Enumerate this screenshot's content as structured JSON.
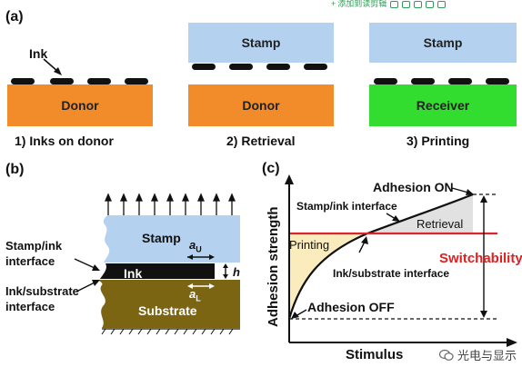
{
  "toolbar": {
    "add_label": "添加到读剪辑"
  },
  "panel_a": {
    "tag": "(a)",
    "ink_label": "Ink",
    "donor_label": "Donor",
    "stamp_label": "Stamp",
    "receiver_label": "Receiver",
    "caption1": "1) Inks on donor",
    "caption2": "2) Retrieval",
    "caption3": "3) Printing",
    "colors": {
      "stamp": "#b4d2ef",
      "donor": "#f28c2a",
      "receiver": "#33dd2f",
      "ink": "#111111"
    }
  },
  "panel_b": {
    "tag": "(b)",
    "stamp": "Stamp",
    "ink": "Ink",
    "substrate": "Substrate",
    "stamp_ink_interface": "Stamp/ink interface",
    "ink_substrate_interface": "Ink/substrate interface",
    "a_u": "a",
    "a_u_sub": "U",
    "a_l": "a",
    "a_l_sub": "L",
    "h": "h",
    "colors": {
      "stamp": "#b4d2ef",
      "substrate": "#7b6512"
    }
  },
  "panel_c": {
    "tag": "(c)",
    "ylabel": "Adhesion strength",
    "xlabel": "Stimulus",
    "adhesion_on": "Adhesion ON",
    "adhesion_off": "Adhesion OFF",
    "stamp_ink_curve": "Stamp/ink interface",
    "ink_substrate_line": "Ink/substrate interface",
    "retrieval": "Retrieval",
    "printing": "Printing",
    "switchability": "Switchability",
    "colors": {
      "line": "#d9252b",
      "switch_text": "#e02020",
      "printing_fill": "#faecbd",
      "retrieval_fill": "#e1e1e1"
    }
  },
  "watermark": {
    "text": "光电与显示"
  }
}
